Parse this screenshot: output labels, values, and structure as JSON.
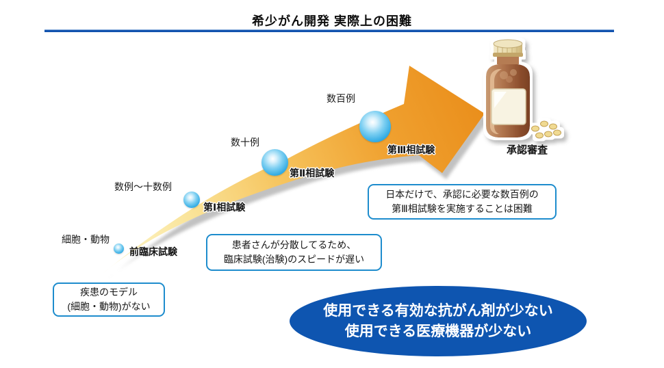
{
  "title": "希少がん開発 実際上の困難",
  "stages": [
    {
      "count_label": "細胞・動物",
      "phase_label": "前臨床試験"
    },
    {
      "count_label": "数例〜十数例",
      "phase_label": "第Ⅰ相試験"
    },
    {
      "count_label": "数十例",
      "phase_label": "第Ⅱ相試験"
    },
    {
      "count_label": "数百例",
      "phase_label": "第Ⅲ相試験"
    }
  ],
  "approval_label": "承認審査",
  "callouts": [
    {
      "lines": [
        "疾患のモデル",
        "(細胞・動物)がない"
      ]
    },
    {
      "lines": [
        "患者さんが分散してるため、",
        "臨床試験(治験)のスピードが遅い"
      ]
    },
    {
      "lines": [
        "日本だけで、承認に必要な数百例の",
        "第Ⅲ相試験を実施することは困難"
      ]
    }
  ],
  "conclusion": {
    "lines": [
      "使用できる有効な抗がん剤が少ない",
      "使用できる医療機器が少ない"
    ]
  },
  "colors": {
    "title_rule_blue": "#1253ae",
    "arrow_head_orange": "#ea941e",
    "arrow_tail_yellow": "#fcf6cd",
    "stage_circle_blue": "#2ea9e3",
    "callout_border_blue": "#1d8ccd",
    "conclusion_ellipse_blue": "#0e55b0"
  }
}
